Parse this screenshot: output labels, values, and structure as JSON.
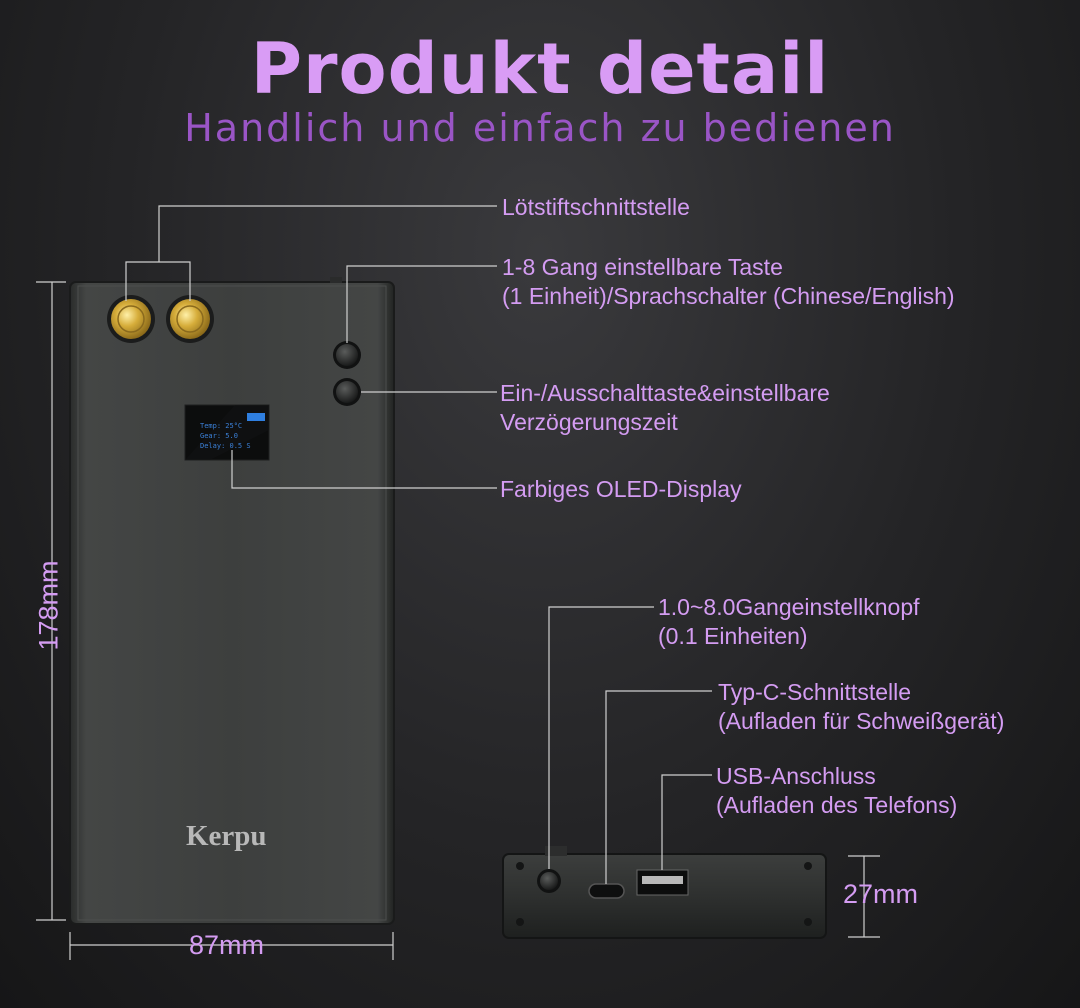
{
  "header": {
    "title": "Produkt detail",
    "subtitle": "Handlich und einfach zu bedienen"
  },
  "callouts": {
    "pin_interface": "Lötstiftschnittstelle",
    "gear_button_line1": "1-8 Gang einstellbare Taste",
    "gear_button_line2": " (1 Einheit)/Sprachschalter (Chinese/English)",
    "power_button_line1": "Ein-/Ausschalttaste&einstellbare",
    "power_button_line2": "Verzögerungszeit",
    "oled_display": "Farbiges OLED-Display",
    "knob_line1": "1.0~8.0Gangeinstellknopf",
    "knob_line2": "(0.1 Einheiten)",
    "typec_line1": "Typ-C-Schnittstelle",
    "typec_line2": "(Aufladen für Schweißgerät)",
    "usb_line1": "USB-Anschluss",
    "usb_line2": "(Aufladen des Telefons)"
  },
  "dimensions": {
    "height": "178mm",
    "width": "87mm",
    "depth": "27mm"
  },
  "device": {
    "brand": "Kerpu",
    "oled_lines": [
      "Temp: 25°C",
      "Gear: 5.0",
      "Delay: 0.5 S"
    ]
  },
  "colors": {
    "accent": "#d49cf2",
    "title": "#d99cf5",
    "subtitle": "#9a55c6",
    "device_body": "#3a3c3b",
    "brass": "#c9a032"
  }
}
